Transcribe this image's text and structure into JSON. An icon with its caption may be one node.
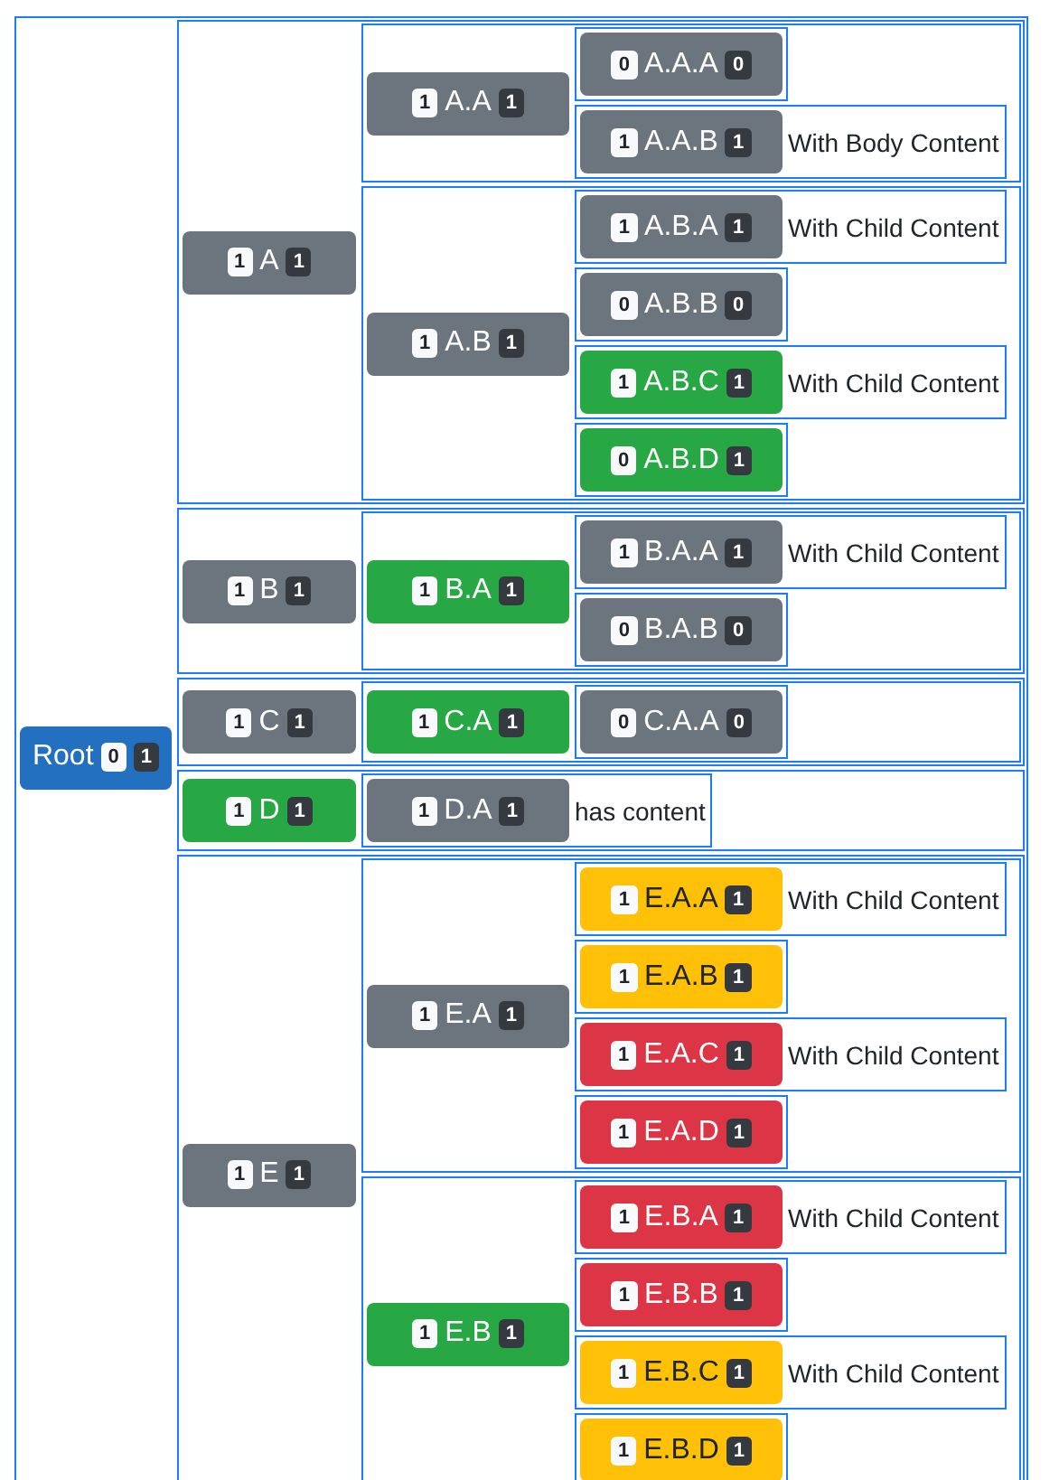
{
  "diagram": {
    "nodes": [
      {
        "text": [],
        "shape": "box"
      },
      {
        "text": [
          "Root",
          "0",
          "1"
        ],
        "in": 0
      },
      {
        "text": [],
        "shape": "box",
        "in": 0
      },
      {
        "text": [
          "1",
          "A",
          "1"
        ],
        "in": 2
      },
      {
        "text": [],
        "shape": "box",
        "in": 2
      },
      {
        "text": [
          "1",
          "A.A",
          "1"
        ],
        "in": 4
      },
      {
        "text": [],
        "shape": "box",
        "in": 4
      },
      {
        "text": [
          "0",
          "A.A.A",
          "0"
        ],
        "in": 6
      },
      {
        "text": [],
        "shape": "box",
        "in": 4
      },
      {
        "text": [
          "1",
          "A.A.B",
          "1"
        ],
        "in": 8,
        "beside": [
          "With Body Content"
        ]
      },
      {
        "text": [],
        "shape": "box",
        "in": 2
      },
      {
        "text": [
          "1",
          "A.B",
          "1"
        ],
        "in": 10
      },
      {
        "text": [],
        "shape": "box",
        "in": 10
      },
      {
        "text": [
          "1",
          "A.B.A",
          "1"
        ],
        "in": 12,
        "beside": [
          "With Child Content"
        ]
      },
      {
        "text": [],
        "shape": "box",
        "in": 10
      },
      {
        "text": [
          "0",
          "A.B.B",
          "0"
        ],
        "in": 14
      },
      {
        "text": [],
        "shape": "box",
        "in": 10
      },
      {
        "text": [
          "1",
          "A.B.C",
          "1"
        ],
        "in": 16,
        "beside": [
          "With Child Content"
        ]
      },
      {
        "text": [],
        "shape": "box",
        "in": 10
      },
      {
        "text": [
          "0",
          "A.B.D",
          "1"
        ],
        "in": 18
      },
      {
        "text": [],
        "shape": "box",
        "in": 0
      },
      {
        "text": [
          "1",
          "B",
          "1"
        ],
        "in": 20
      },
      {
        "text": [],
        "shape": "box",
        "in": 20
      },
      {
        "text": [
          "1",
          "B.A",
          "1"
        ],
        "in": 22
      },
      {
        "text": [],
        "shape": "box",
        "in": 22
      },
      {
        "text": [
          "1",
          "B.A.A",
          "1"
        ],
        "in": 24,
        "beside": [
          "With Child Content"
        ]
      },
      {
        "text": [],
        "shape": "box",
        "in": 22
      },
      {
        "text": [
          "0",
          "B.A.B",
          "0"
        ],
        "in": 26
      },
      {
        "text": [],
        "shape": "box",
        "in": 0
      },
      {
        "text": [
          "1",
          "C",
          "1"
        ],
        "in": 28
      },
      {
        "text": [],
        "shape": "box",
        "in": 28
      },
      {
        "text": [
          "1",
          "C.A",
          "1"
        ],
        "in": 30
      },
      {
        "text": [],
        "shape": "box",
        "in": 30
      },
      {
        "text": [
          "0",
          "C.A.A",
          "0"
        ],
        "in": 32
      },
      {
        "text": [],
        "shape": "box",
        "in": 0
      },
      {
        "text": [
          "1",
          "D",
          "1"
        ],
        "in": 34
      },
      {
        "text": [],
        "shape": "box",
        "in": 34
      },
      {
        "text": [
          "1",
          "D.A",
          "1"
        ],
        "in": 36,
        "beside": [
          "has content"
        ]
      },
      {
        "text": [],
        "shape": "box",
        "in": 0
      },
      {
        "text": [
          "1",
          "E",
          "1"
        ],
        "in": 38
      },
      {
        "text": [],
        "shape": "box",
        "in": 38
      },
      {
        "text": [
          "1",
          "E.A",
          "1"
        ],
        "in": 40
      },
      {
        "text": [],
        "shape": "box",
        "in": 40
      },
      {
        "text": [
          "1",
          "E.A.A",
          "1"
        ],
        "in": 42,
        "beside": [
          "With Child Content"
        ]
      },
      {
        "text": [],
        "shape": "box",
        "in": 40
      },
      {
        "text": [
          "1",
          "E.A.B",
          "1"
        ],
        "in": 44
      },
      {
        "text": [],
        "shape": "box",
        "in": 40
      },
      {
        "text": [
          "1",
          "E.A.C",
          "1"
        ],
        "in": 46,
        "beside": [
          "With Child Content"
        ]
      },
      {
        "text": [],
        "shape": "box",
        "in": 40
      },
      {
        "text": [
          "1",
          "E.A.D",
          "1"
        ],
        "in": 48
      },
      {
        "text": [],
        "shape": "box",
        "in": 38
      },
      {
        "text": [
          "1",
          "E.B",
          "1"
        ],
        "in": 50
      },
      {
        "text": [],
        "shape": "box",
        "in": 50
      },
      {
        "text": [
          "1",
          "E.B.A",
          "1"
        ],
        "in": 52,
        "beside": [
          "With Child Content"
        ]
      },
      {
        "text": [],
        "shape": "box",
        "in": 50
      },
      {
        "text": [
          "1",
          "E.B.B",
          "1"
        ],
        "in": 54
      },
      {
        "text": [],
        "shape": "box",
        "in": 50
      },
      {
        "text": [
          "1",
          "E.B.C",
          "1"
        ],
        "in": 56,
        "beside": [
          "With Child Content"
        ]
      },
      {
        "text": [],
        "shape": "box",
        "in": 50
      },
      {
        "text": [
          "1",
          "E.B.D",
          "1"
        ],
        "in": 58
      }
    ]
  }
}
